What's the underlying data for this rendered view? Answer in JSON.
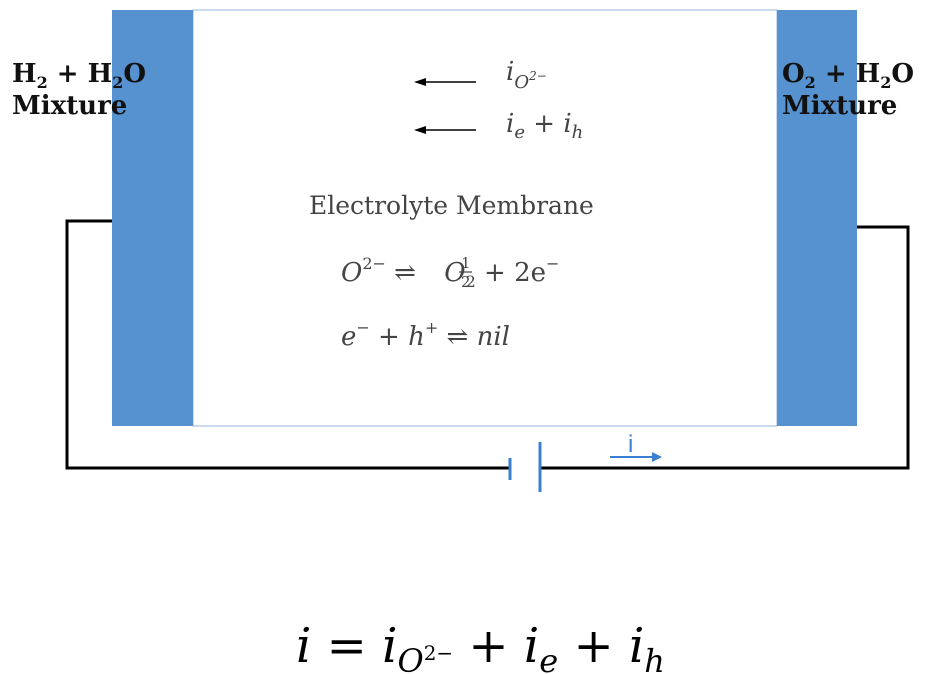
{
  "left_label": {
    "line1_main": "H",
    "line1_sub1": "2",
    "line1_plus": " + H",
    "line1_sub2": "2",
    "line1_end": "O",
    "line2": "Mixture"
  },
  "right_label": {
    "line1_main": "O",
    "line1_sub1": "2",
    "line1_plus": " + H",
    "line1_sub2": "2",
    "line1_end": "O",
    "line2": "Mixture"
  },
  "arrows": {
    "top": {
      "base": "i",
      "sub": "O",
      "supsub": "2−"
    },
    "second": {
      "a": "i",
      "a_sub": "e",
      "plus": " + ",
      "b": "i",
      "b_sub": "h"
    }
  },
  "membrane": {
    "title": "Electrolyte Membrane",
    "eq1": {
      "lhs": "O",
      "lhs_sup": "2−",
      "arrow": " ⇌ ",
      "frac_num": "1",
      "frac_den": "2",
      "o2": "O",
      "o2_sub": "2",
      "rest": " + 2e",
      "rest_sup": "−"
    },
    "eq2": {
      "e": "e",
      "e_sup": "−",
      "plus": " + ",
      "h": "h",
      "h_sup": "+",
      "arrow": " ⇌ ",
      "nil": "nil"
    }
  },
  "current_label": "i",
  "final_equation": {
    "lhs": "i",
    "eq": " = ",
    "t1": "i",
    "t1_sub": "O",
    "t1_subsup": "2−",
    "p1": " + ",
    "t2": "i",
    "t2_sub": "e",
    "p2": " + ",
    "t3": "i",
    "t3_sub": "h"
  },
  "colors": {
    "electrode": "#5592cf",
    "wire": "#000000",
    "battery": "#3b7fd0",
    "membrane_border": "#9ab8dc"
  }
}
